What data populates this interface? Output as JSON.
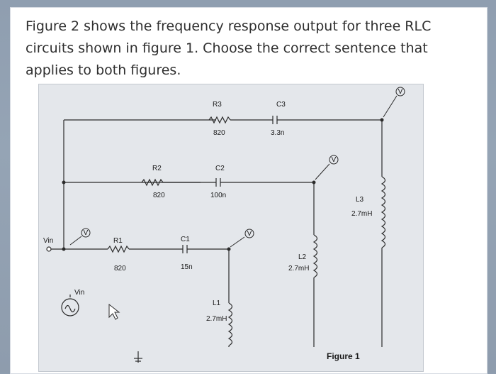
{
  "question": {
    "text": "Figure 2 shows the frequency response output for three RLC circuits shown in figure 1. Choose the correct sentence that applies to both figures."
  },
  "figure": {
    "caption": "Figure 1",
    "vin_terminal_label": "Vin",
    "vin_source_label": "Vin",
    "probe_symbol": "V",
    "components": {
      "r1": {
        "name": "R1",
        "value": "820"
      },
      "c1": {
        "name": "C1",
        "value": "15n"
      },
      "l1": {
        "name": "L1",
        "value": "2.7mH"
      },
      "r2": {
        "name": "R2",
        "value": "820"
      },
      "c2": {
        "name": "C2",
        "value": "100n"
      },
      "l2": {
        "name": "L2",
        "value": "2.7mH"
      },
      "r3": {
        "name": "R3",
        "value": "820"
      },
      "c3": {
        "name": "C3",
        "value": "3.3n"
      },
      "l3": {
        "name": "L3",
        "value": "2.7mH"
      }
    }
  }
}
